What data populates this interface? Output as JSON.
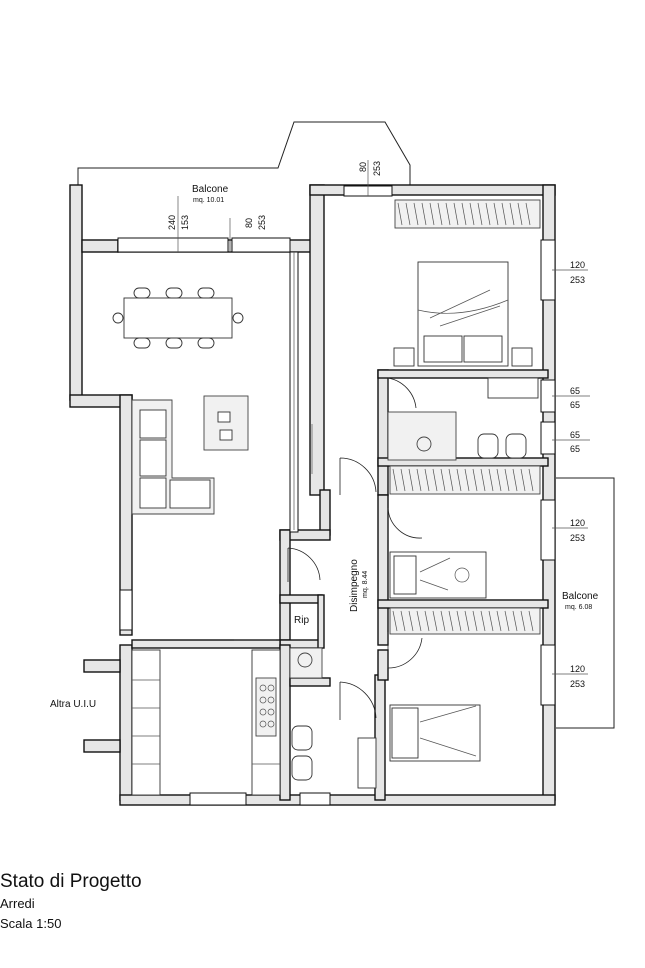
{
  "labels": {
    "balcone_top": "Balcone",
    "balcone_top_area": "mq. 10.01",
    "balcone_right": "Balcone",
    "balcone_right_area": "mq. 6.08",
    "disimpegno": "Disimpegno",
    "disimpegno_area": "mq. 8.44",
    "rip": "Rip",
    "altra": "Altra U.I.U"
  },
  "dimensions": {
    "d240": "240",
    "d153": "153",
    "d80a": "80",
    "d253a": "253",
    "d80b": "80",
    "d253b": "253",
    "w1_top": "120",
    "w1_bot": "253",
    "w2_top": "65",
    "w2_bot": "65",
    "w3_top": "65",
    "w3_bot": "65",
    "w4_top": "120",
    "w4_bot": "253",
    "w5_top": "120",
    "w5_bot": "253"
  },
  "title_block": {
    "title": "Stato di Progetto",
    "subtitle": "Arredi",
    "scale": "Scala 1:50"
  }
}
